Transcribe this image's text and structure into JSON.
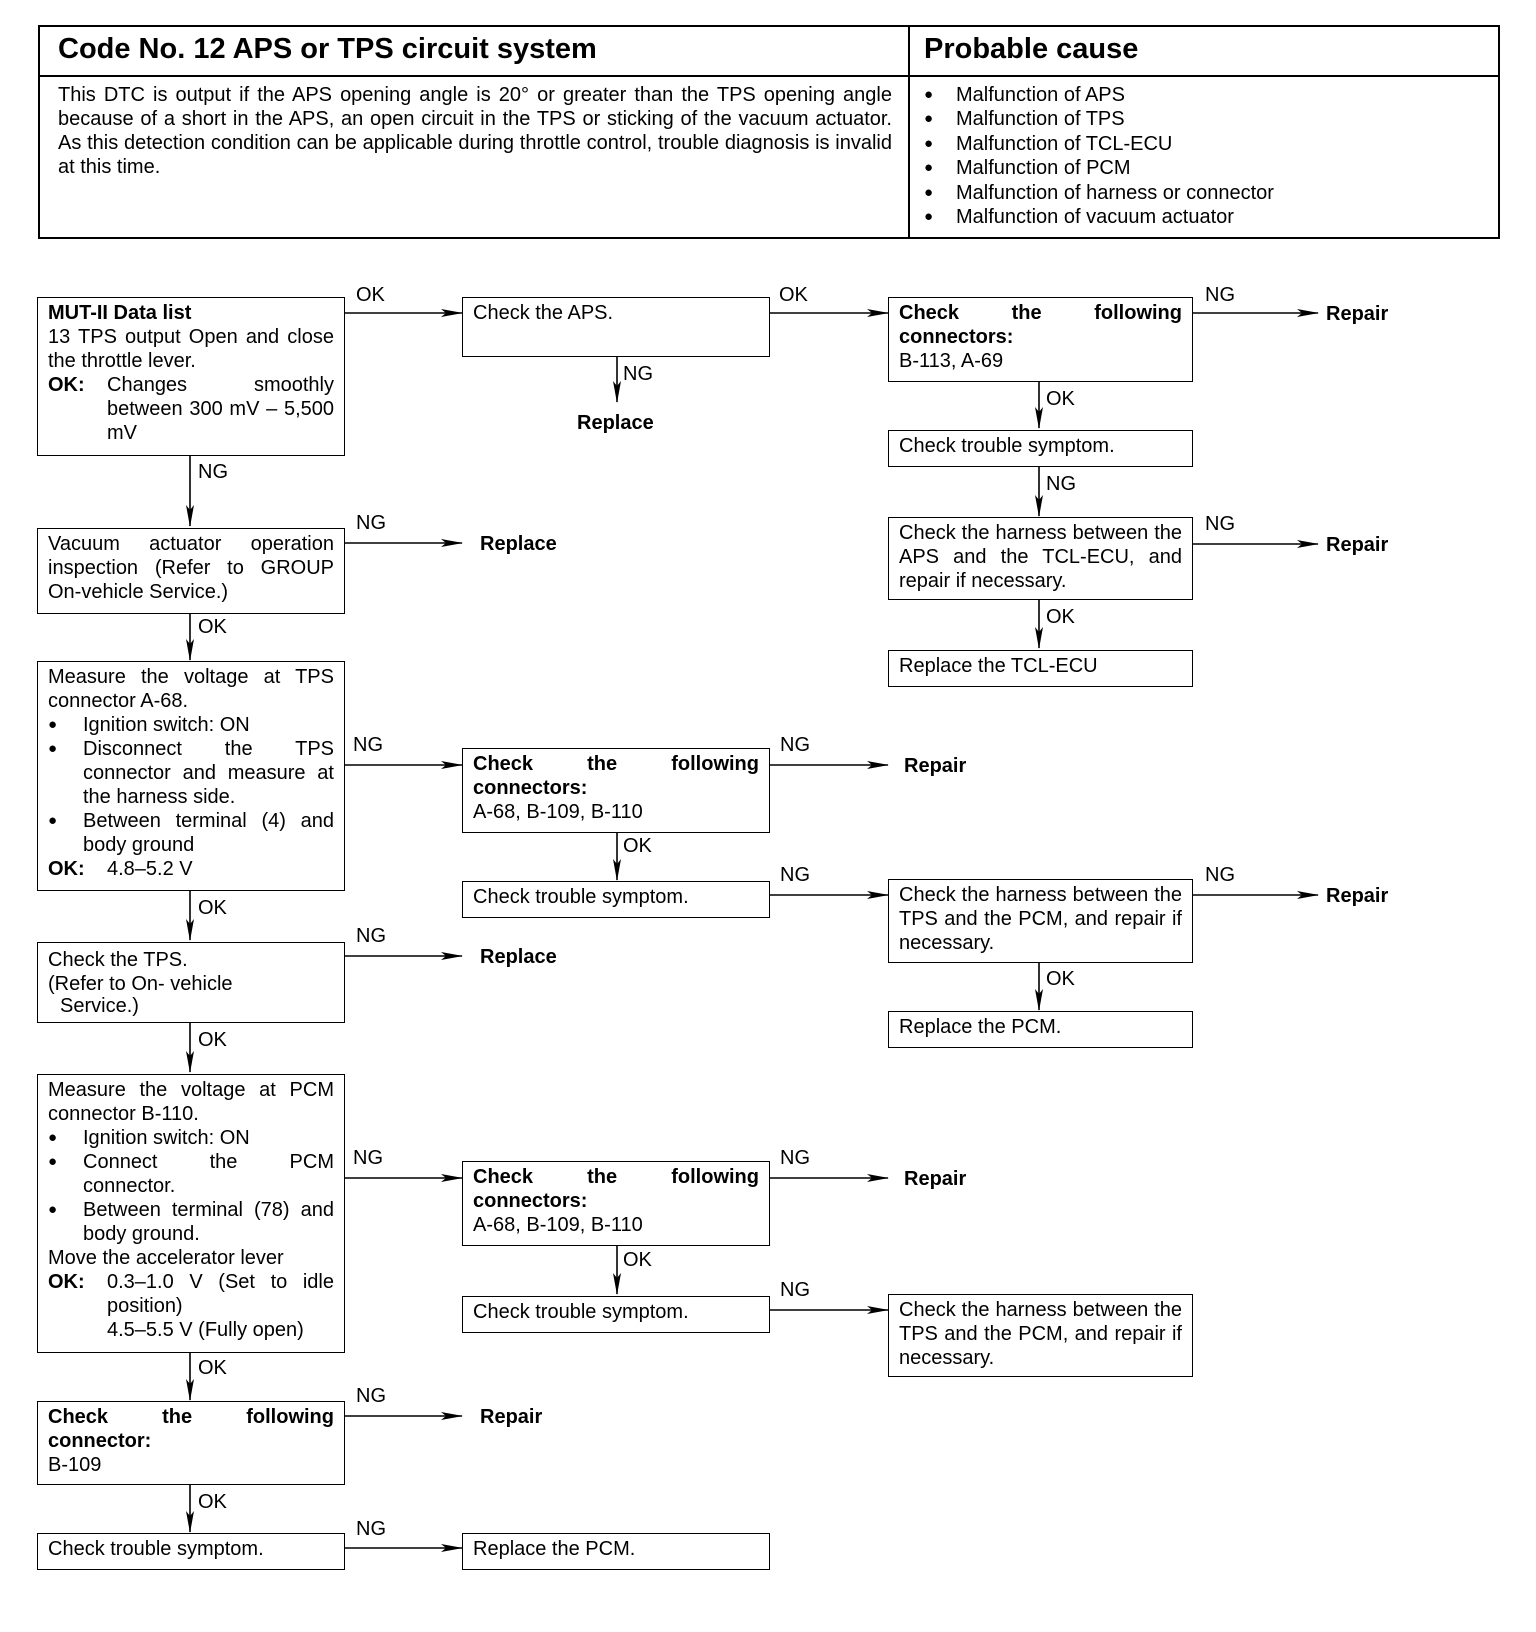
{
  "header": {
    "title": "Code No. 12 APS or TPS circuit system",
    "cause_title": "Probable cause",
    "description": "This DTC is output if the APS opening angle is 20° or greater than the TPS opening angle because of a short in the APS, an open circuit in the TPS or sticking of the vacuum actuator. As this detection condition can be applicable during throttle control, trouble diagnosis is invalid at this time.",
    "causes": [
      "Malfunction of APS",
      "Malfunction of TPS",
      "Malfunction of TCL-ECU",
      "Malfunction of PCM",
      "Malfunction of harness or connector",
      "Malfunction of vacuum actuator"
    ]
  },
  "steps": {
    "mut": {
      "title": "MUT-II Data list",
      "item": "13 TPS output Open and close the throttle lever.",
      "ok_key": "OK:",
      "ok_val": "Changes smoothly between 300 mV – 5,500 mV"
    },
    "check_aps": "Check the APS.",
    "conn_b113": {
      "title": "Check the following connectors:",
      "list": "B-113, A-69"
    },
    "sym_1": "Check trouble symptom.",
    "harness_aps": "Check the harness between the APS and the TCL-ECU, and repair if necessary.",
    "replace_tcl": "Replace the TCL-ECU",
    "vacuum": "Vacuum actuator operation inspection (Refer to GROUP On-vehicle Service.)",
    "tps_volt": {
      "line1": "Measure the voltage at TPS connector A-68.",
      "b1": "Ignition switch: ON",
      "b2": "Disconnect the TPS connector and measure at the harness side.",
      "b3": "Between terminal (4) and body ground",
      "ok_key": "OK:",
      "ok_val": "4.8–5.2 V"
    },
    "conn_a68_1": {
      "title": "Check the following connectors:",
      "list": "A-68, B-109, B-110"
    },
    "sym_2": "Check trouble symptom.",
    "harness_tps_1": "Check the harness between the TPS and the PCM, and repair if necessary.",
    "replace_pcm_1": "Replace the PCM.",
    "check_tps": {
      "l1": "Check the TPS.",
      "l2": "(Refer to On- vehicle",
      "l3": "Service.)"
    },
    "pcm_volt": {
      "line1": "Measure the voltage at PCM connector B-110.",
      "b1": "Ignition switch: ON",
      "b2": "Connect the PCM connector.",
      "b3": "Between terminal (78) and body ground.",
      "line2": "Move the accelerator lever",
      "ok_key": "OK:",
      "ok_val1": "0.3–1.0 V (Set to idle position)",
      "ok_val2": "4.5–5.5 V (Fully open)"
    },
    "conn_a68_2": {
      "title": "Check the following connectors:",
      "list": "A-68, B-109, B-110"
    },
    "sym_3": "Check trouble symptom.",
    "harness_tps_2": "Check the harness between the TPS and the PCM, and repair if necessary.",
    "conn_b109": {
      "title": "Check the following connector:",
      "list": "B-109"
    },
    "sym_4": "Check trouble symptom.",
    "replace_pcm_2": "Replace the PCM."
  },
  "labels": {
    "ok": "OK",
    "ng": "NG"
  },
  "results": {
    "repair": "Repair",
    "replace": "Replace"
  }
}
